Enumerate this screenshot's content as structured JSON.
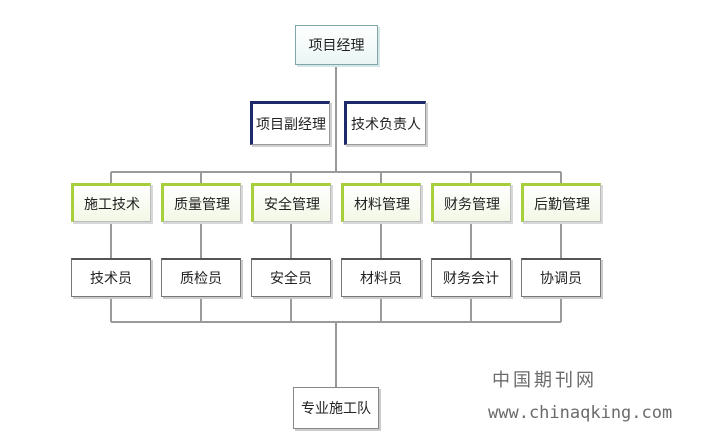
{
  "org_chart": {
    "top": "项目经理",
    "deputies": [
      "项目副经理",
      "技术负责人"
    ],
    "departments": [
      "施工技术",
      "质量管理",
      "安全管理",
      "材料管理",
      "财务管理",
      "后勤管理"
    ],
    "staff": [
      "技术员",
      "质检员",
      "安全员",
      "材料员",
      "财务会计",
      "协调员"
    ],
    "bottom": "专业施工队"
  },
  "watermark": {
    "site_name": "中国期刊网",
    "url": "www.chinaqking.com"
  },
  "colors": {
    "line": "#9a9a9a",
    "navy_edge": "#1c2a6b",
    "green_edge": "#a6cf3a",
    "top_border": "#7fa6a8"
  }
}
